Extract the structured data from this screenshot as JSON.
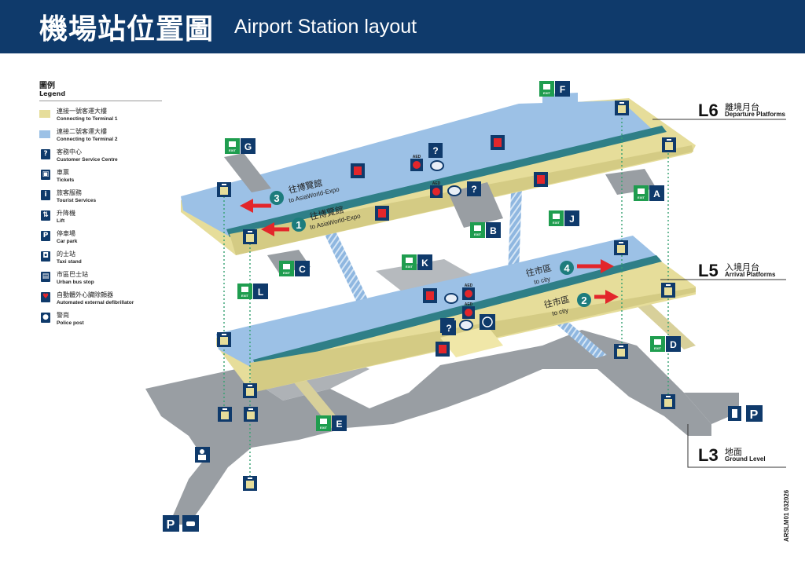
{
  "header": {
    "title_zh": "機場站位置圖",
    "title_en": "Airport Station layout"
  },
  "legend": {
    "title_zh": "圖例",
    "title_en": "Legend",
    "items": [
      {
        "zh": "連接一號客運大樓",
        "en": "Connecting to Terminal 1",
        "color": "#e6dd9a",
        "icon": "swatch-terminal-1"
      },
      {
        "zh": "連接二號客運大樓",
        "en": "Connecting to Terminal 2",
        "color": "#9cc1e6",
        "icon": "swatch-terminal-2"
      },
      {
        "zh": "客務中心",
        "en": "Customer Service Centre",
        "icon": "customer-service-icon",
        "glyph": "?"
      },
      {
        "zh": "車票",
        "en": "Tickets",
        "icon": "ticket-icon",
        "glyph": "▣"
      },
      {
        "zh": "旅客服務",
        "en": "Tourist Services",
        "icon": "tourist-services-icon",
        "glyph": "i"
      },
      {
        "zh": "升降機",
        "en": "Lift",
        "icon": "lift-icon",
        "glyph": "⇅"
      },
      {
        "zh": "停車場",
        "en": "Car park",
        "icon": "car-park-icon",
        "glyph": "P"
      },
      {
        "zh": "的士站",
        "en": "Taxi stand",
        "icon": "taxi-icon",
        "glyph": "◘"
      },
      {
        "zh": "市區巴士站",
        "en": "Urban bus stop",
        "icon": "bus-stop-icon",
        "glyph": "▤"
      },
      {
        "zh": "自動體外心臟除顫器",
        "en": "Automated external defibrillator",
        "icon": "aed-icon",
        "glyph": "♥"
      },
      {
        "zh": "警崗",
        "en": "Police post",
        "icon": "police-post-icon",
        "glyph": "●"
      }
    ]
  },
  "levels": {
    "l6": {
      "code": "L6",
      "zh": "離境月台",
      "en": "Departure Platforms"
    },
    "l5": {
      "code": "L5",
      "zh": "入境月台",
      "en": "Arrival Platforms"
    },
    "l3": {
      "code": "L3",
      "zh": "地面",
      "en": "Ground Level"
    }
  },
  "platforms": {
    "p1": {
      "num": "1",
      "zh": "往博覽館",
      "en": "to AsiaWorld-Expo"
    },
    "p2": {
      "num": "2",
      "zh": "往市區",
      "en": "to city"
    },
    "p3": {
      "num": "3",
      "zh": "往博覽館",
      "en": "to AsiaWorld-Expo"
    },
    "p4": {
      "num": "4",
      "zh": "往市區",
      "en": "to city"
    }
  },
  "exits": [
    "A",
    "B",
    "C",
    "D",
    "E",
    "F",
    "G",
    "K",
    "L",
    "J"
  ],
  "exit_word": "EXIT",
  "aed_label": "AED",
  "parking_label": "P",
  "document_id": "ARSLM01  032026",
  "colors": {
    "header": "#0f3a6b",
    "terminal1": "#e6dd9a",
    "terminal2": "#9cc1e6",
    "exit_green": "#1f9d4f",
    "arrow_red": "#e3262b",
    "platform_number": "#1d7c7d"
  }
}
